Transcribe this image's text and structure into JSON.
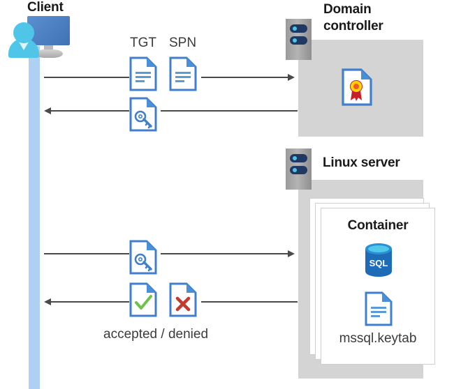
{
  "diagram": {
    "title_client": "Client",
    "title_domain_controller": "Domain\ncontroller",
    "domain_controller_line1": "Domain",
    "domain_controller_line2": "controller",
    "title_linux_server": "Linux server",
    "title_container": "Container",
    "keytab_label": "mssql.keytab",
    "label_tgt": "TGT",
    "label_spn": "SPN",
    "label_accepted_denied": "accepted / denied"
  },
  "icons": {
    "client": "user-monitor-icon",
    "server_dc": "server-tower-icon",
    "server_linux": "server-tower-icon",
    "certificate": "certificate-document-icon",
    "tgt_doc": "text-document-icon",
    "spn_doc": "text-document-icon",
    "ticket_key_doc_top": "key-document-icon",
    "ticket_key_doc_bottom": "key-document-icon",
    "accepted_doc": "check-document-icon",
    "denied_doc": "cross-document-icon",
    "sql_database": "sql-database-icon",
    "keytab_doc": "text-document-icon"
  },
  "colors": {
    "zone_gray": "#d4d4d4",
    "lifeline_blue": "#aed0f2",
    "doc_blue": "#3f7fcc",
    "doc_fold_blue": "#4a90d9",
    "arrow_gray": "#4a4a4a",
    "accent_cyan": "#4fc6e8",
    "monitor_blue": "#3f72b5",
    "check_green": "#6dc24b",
    "cross_red": "#c23b2e",
    "cert_gold": "#ffd400",
    "cert_ribbon_red": "#c8202a",
    "sql_blue": "#1e6bb8",
    "sql_top_blue": "#50c8ea",
    "server_navy": "#1f3864",
    "card_white": "#ffffff"
  },
  "flows": [
    {
      "name": "client-to-dc-request",
      "direction": "right",
      "payload": [
        "TGT",
        "SPN"
      ]
    },
    {
      "name": "dc-to-client-ticket",
      "direction": "left",
      "payload": [
        "service-ticket"
      ]
    },
    {
      "name": "client-to-linux-ticket",
      "direction": "right",
      "payload": [
        "service-ticket"
      ]
    },
    {
      "name": "linux-to-client-result",
      "direction": "left",
      "payload": [
        "accepted",
        "denied"
      ]
    }
  ]
}
